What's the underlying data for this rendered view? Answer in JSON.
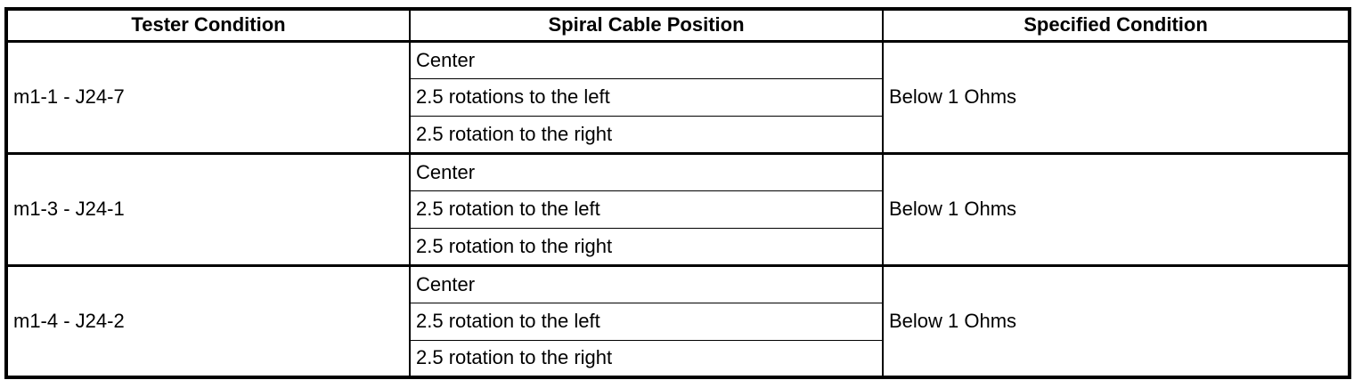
{
  "table": {
    "headers": [
      "Tester Condition",
      "Spiral Cable Position",
      "Specified Condition"
    ],
    "groups": [
      {
        "tester_condition": "m1-1 - J24-7",
        "positions": [
          "Center",
          "2.5 rotations to the left",
          "2.5 rotation to the right"
        ],
        "specified_condition": "Below 1 Ohms"
      },
      {
        "tester_condition": "m1-3 - J24-1",
        "positions": [
          "Center",
          "2.5 rotation to the left",
          "2.5 rotation to the right"
        ],
        "specified_condition": "Below 1 Ohms"
      },
      {
        "tester_condition": "m1-4 - J24-2",
        "positions": [
          "Center",
          "2.5 rotation to the left",
          "2.5 rotation to the right"
        ],
        "specified_condition": "Below 1 Ohms"
      }
    ]
  },
  "colors": {
    "border": "#000000",
    "background": "#ffffff",
    "text": "#000000"
  }
}
